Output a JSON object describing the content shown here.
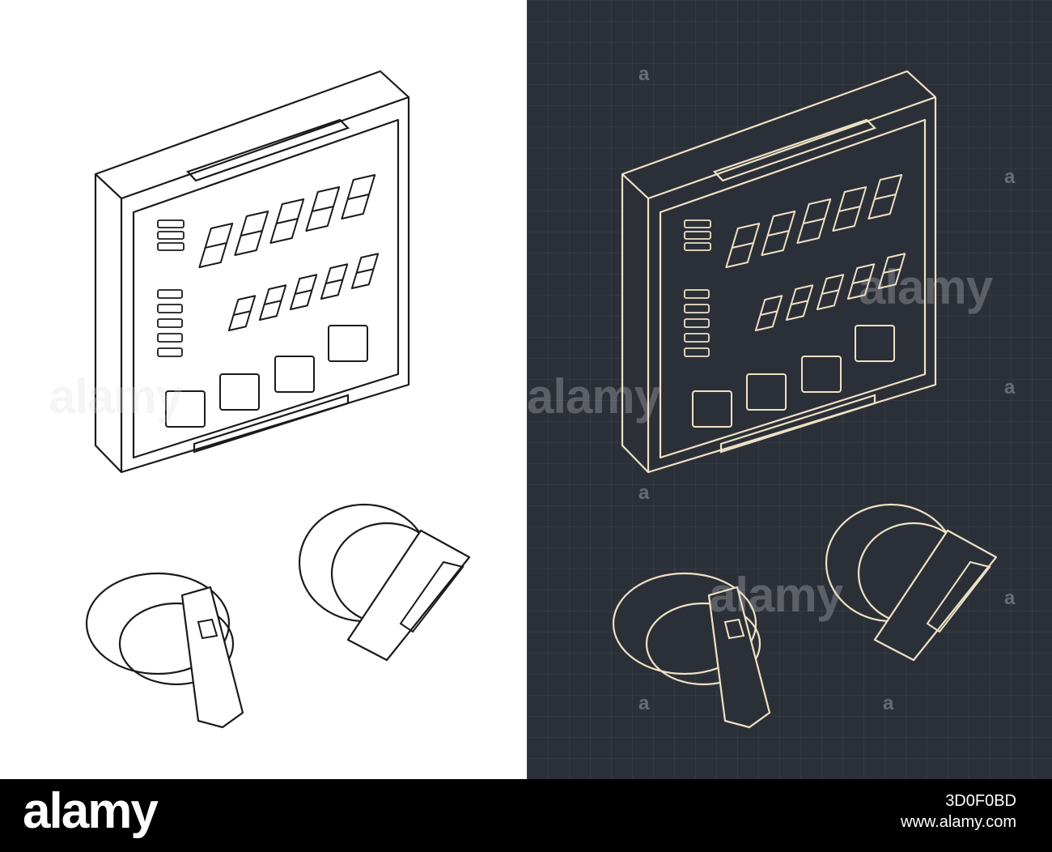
{
  "illustration": {
    "left_variant": {
      "background": "#ffffff",
      "stroke": "#1a1a1a"
    },
    "right_variant": {
      "background": "#2b3038",
      "stroke": "#efe2c4"
    },
    "display_icon": "digital-panel-meter-icon",
    "switch_icons": [
      "rotary-selector-switch-icon",
      "rotary-selector-switch-icon"
    ]
  },
  "watermark": {
    "word": "alamy",
    "letter": "a"
  },
  "footer": {
    "logo": "alamy",
    "image_id": "3D0F0BD",
    "url": "www.alamy.com"
  }
}
